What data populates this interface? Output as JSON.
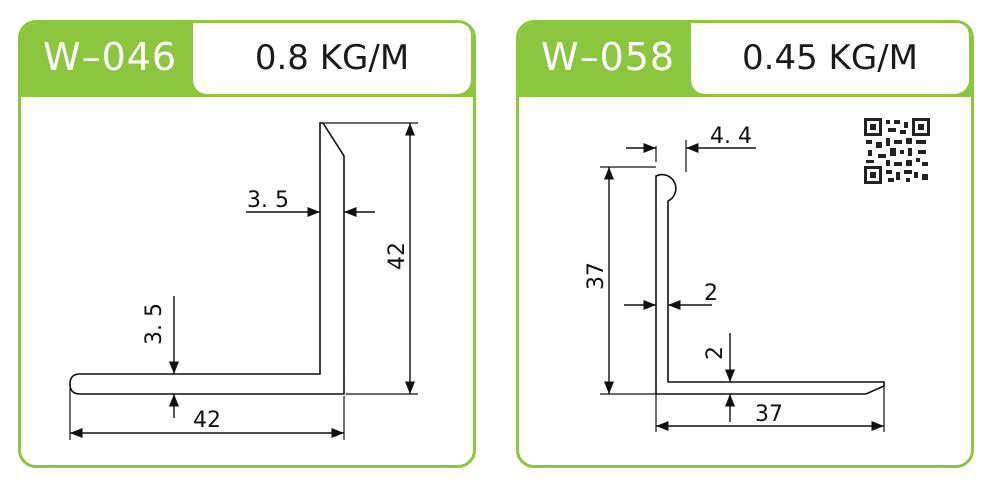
{
  "profiles": [
    {
      "code": "W–046",
      "weight": "0.8 KG/M",
      "dims": {
        "thickness_vertical": "3. 5",
        "thickness_horizontal": "3. 5",
        "height": "42",
        "width": "42"
      }
    },
    {
      "code": "W–058",
      "weight": "0.45 KG/M",
      "dims": {
        "bead": "4. 4",
        "height": "37",
        "thickness_vertical": "2",
        "thickness_horizontal": "2",
        "width": "37"
      }
    }
  ],
  "colors": {
    "accent": "#8cc63f",
    "line": "#111111"
  },
  "icons": {
    "qr": "qr-code-icon"
  }
}
